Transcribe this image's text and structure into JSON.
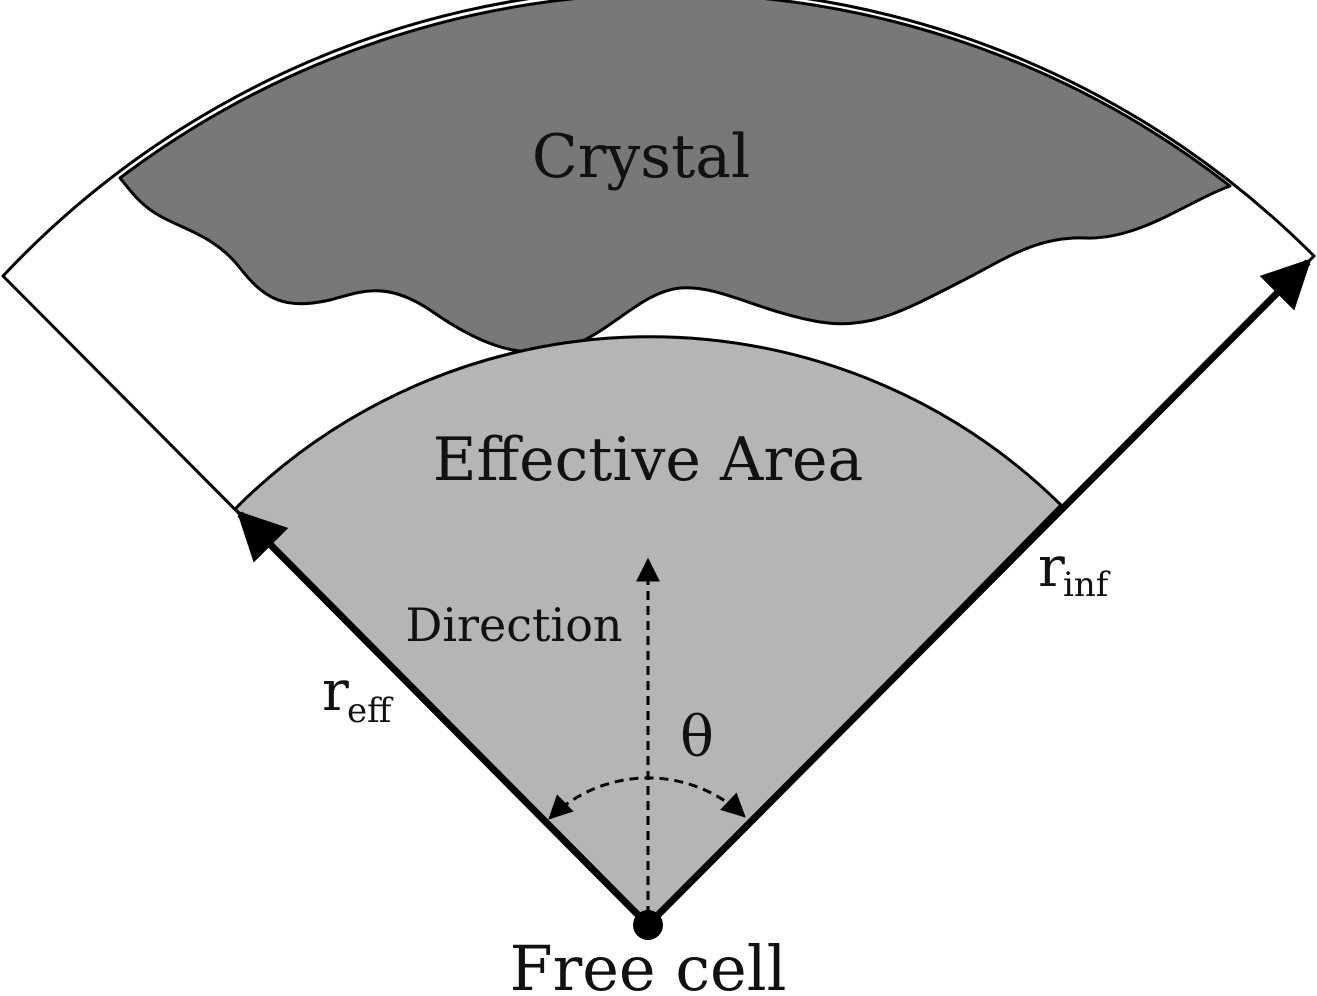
{
  "labels": {
    "crystal": "Crystal",
    "effective_area": "Effective Area",
    "direction": "Direction",
    "theta": "θ",
    "r_eff_main": "r",
    "r_eff_sub": "eff",
    "r_inf_main": "r",
    "r_inf_sub": "inf",
    "free_cell": "Free cell"
  },
  "colors": {
    "crystal_fill": "#787878",
    "effective_area_fill": "#b5b5b5",
    "outer_sector_fill": "#ffffff",
    "stroke": "#000000"
  }
}
